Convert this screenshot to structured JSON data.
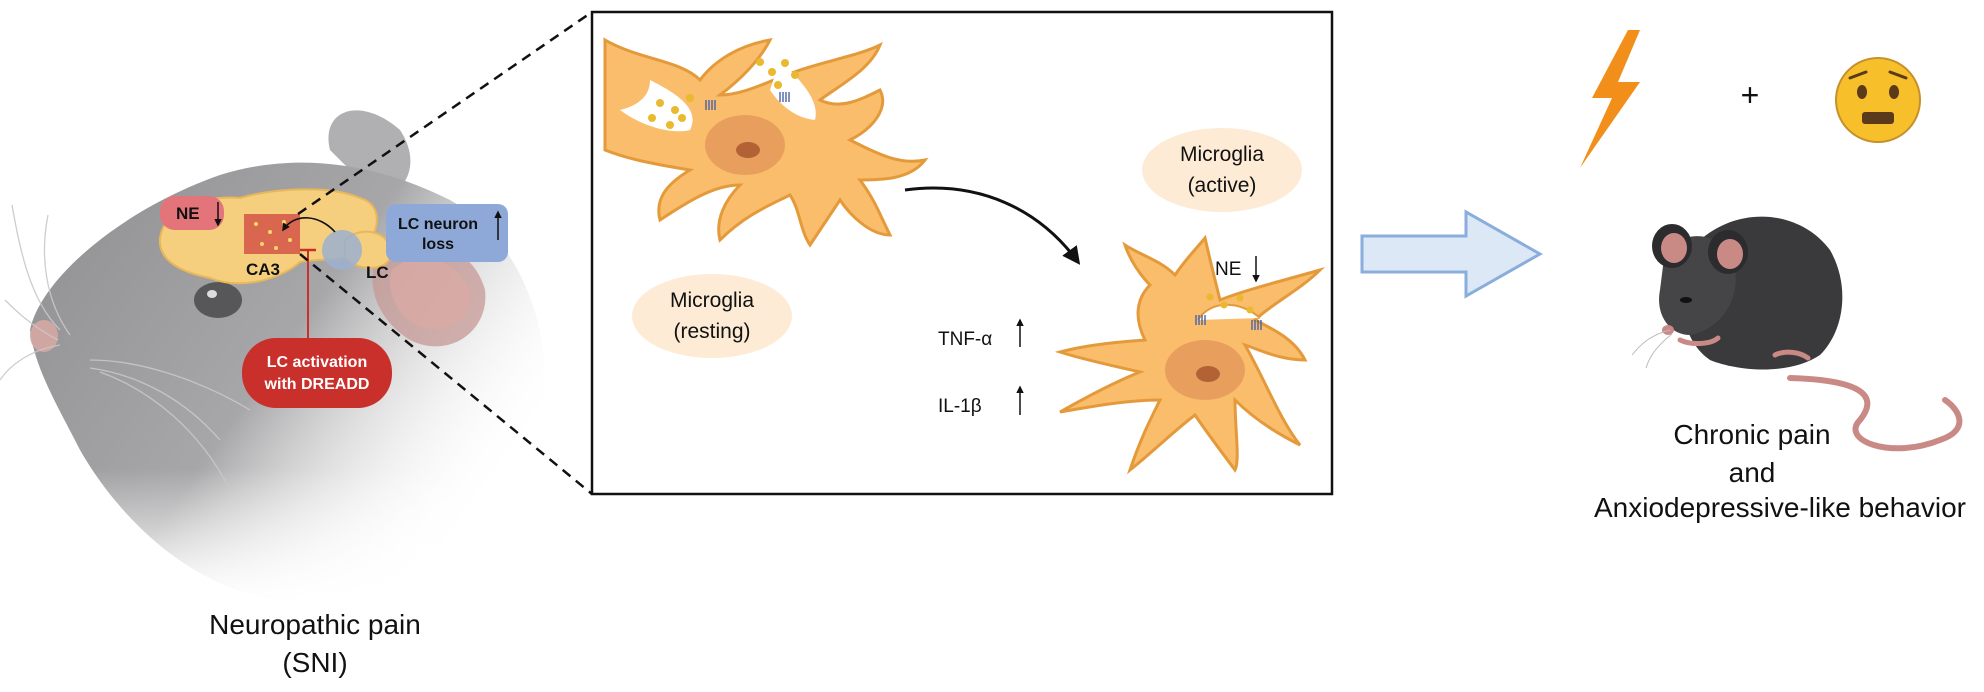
{
  "left_panel": {
    "ne_label": "NE",
    "ca3_label": "CA3",
    "lc_label": "LC",
    "lc_loss_label_line1": "LC neuron",
    "lc_loss_label_line2": "loss",
    "dreadd_line1": "LC activation",
    "dreadd_line2": "with DREADD",
    "caption_line1": "Neuropathic pain",
    "caption_line2": "(SNI)"
  },
  "middle_panel": {
    "resting_line1": "Microglia",
    "resting_line2": "(resting)",
    "active_line1": "Microglia",
    "active_line2": "(active)",
    "ne_label": "NE",
    "tnf_label": "TNF-α",
    "il1b_label": "IL-1β"
  },
  "right_panel": {
    "plus_sign": "+",
    "caption_line1": "Chronic pain",
    "caption_line2": "and",
    "caption_line3": "Anxiodepressive-like behavior"
  },
  "colors": {
    "microglia_fill": "#f9bd6c",
    "microglia_stroke": "#e49a3a",
    "nucleus": "#e3975a",
    "brain": "#f5cf7e",
    "ne_badge": "#e3757a",
    "lc_loss_badge": "#8ea9d8",
    "dreadd_badge": "#c9302c",
    "lightning": "#f18f1a",
    "emoji_face": "#f7c02b",
    "big_arrow_fill": "#dde8f7",
    "big_arrow_stroke": "#8aaedb",
    "mouse_body": "#3a3a3c",
    "mouse_pink": "#c98a86",
    "resting_bubble": "#fdebd5",
    "active_bubble": "#fdebd5"
  }
}
